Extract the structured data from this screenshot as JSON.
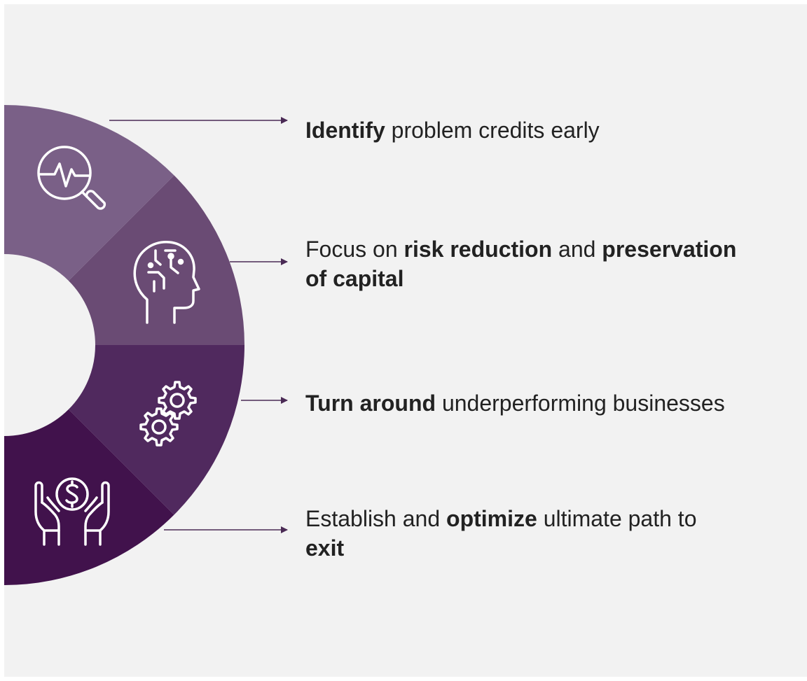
{
  "colors": {
    "background": "#f2f2f2",
    "segment_1": "#7a6087",
    "segment_2": "#6a4b74",
    "segment_3": "#50295e",
    "segment_4": "#41124c",
    "connector": "#4a2a55",
    "icon_stroke": "#ffffff",
    "text": "#222222"
  },
  "steps": [
    {
      "icon": "magnifier-pulse-icon",
      "parts": [
        {
          "text": "Identify",
          "bold": true
        },
        {
          "text": " problem credits early",
          "bold": false
        }
      ]
    },
    {
      "icon": "brain-head-icon",
      "parts": [
        {
          "text": "Focus on ",
          "bold": false
        },
        {
          "text": "risk reduction",
          "bold": true
        },
        {
          "text": " and ",
          "bold": false
        },
        {
          "text": "preservation",
          "bold": true
        },
        {
          "text": "\n",
          "bold": false
        },
        {
          "text": "of capital",
          "bold": true
        }
      ]
    },
    {
      "icon": "gears-icon",
      "parts": [
        {
          "text": "Turn around",
          "bold": true
        },
        {
          "text": " underperforming businesses",
          "bold": false
        }
      ]
    },
    {
      "icon": "hands-dollar-icon",
      "parts": [
        {
          "text": "Establish and ",
          "bold": false
        },
        {
          "text": "optimize",
          "bold": true
        },
        {
          "text": " ultimate path to",
          "bold": false
        },
        {
          "text": "\n",
          "bold": false
        },
        {
          "text": "exit",
          "bold": true
        }
      ]
    }
  ]
}
